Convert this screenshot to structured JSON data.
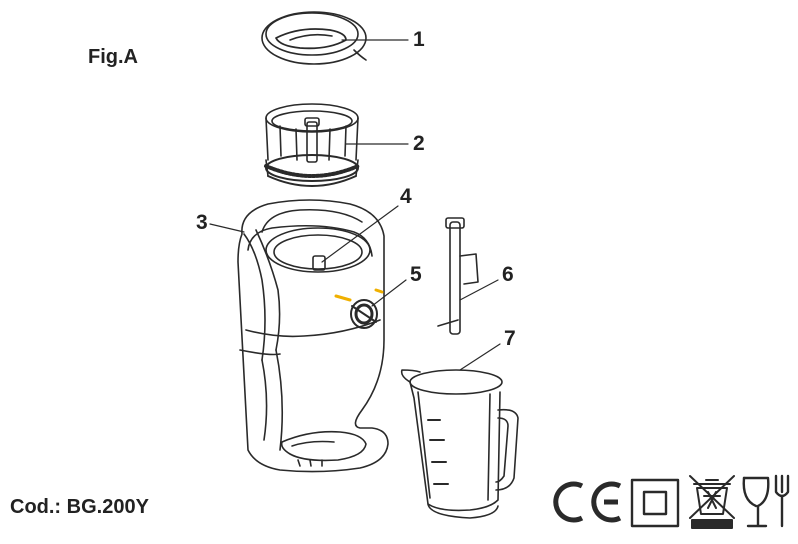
{
  "figure": {
    "title": "Fig.A",
    "code": "Cod.: BG.200Y"
  },
  "callouts": [
    {
      "id": "1",
      "label": "1"
    },
    {
      "id": "2",
      "label": "2"
    },
    {
      "id": "3",
      "label": "3"
    },
    {
      "id": "4",
      "label": "4"
    },
    {
      "id": "5",
      "label": "5"
    },
    {
      "id": "6",
      "label": "6"
    },
    {
      "id": "7",
      "label": "7"
    }
  ],
  "marks": [
    "ce-mark-icon",
    "double-insulation-icon",
    "weee-bin-icon",
    "food-safe-icon"
  ],
  "colors": {
    "line": "#2a2a2a",
    "accent": "#f0b000",
    "background": "#ffffff"
  }
}
